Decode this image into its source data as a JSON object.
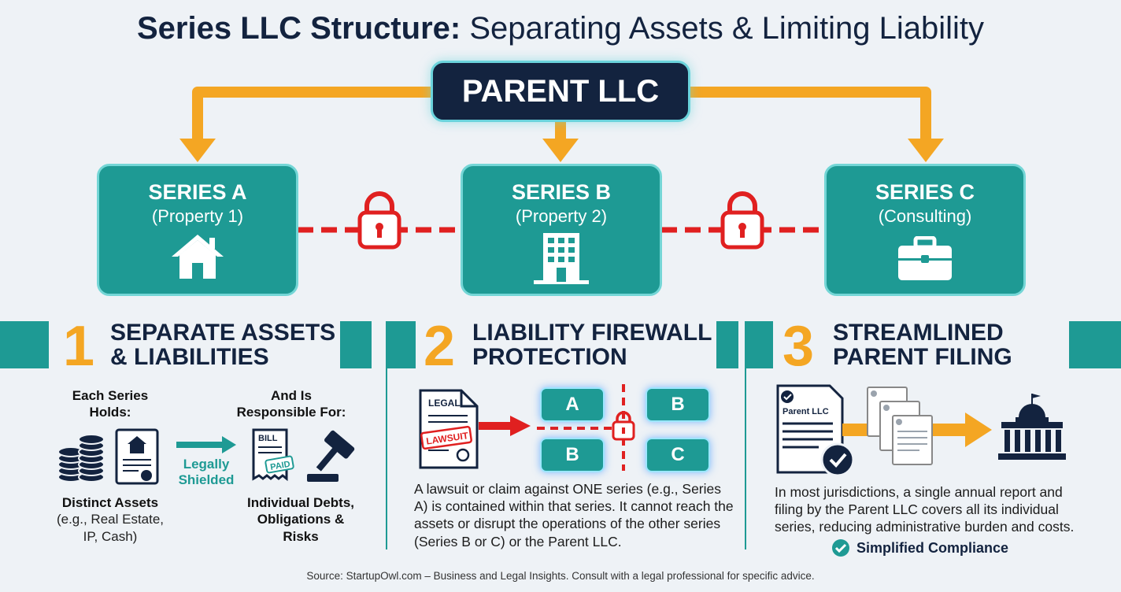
{
  "title": {
    "bold": "Series LLC Structure:",
    "rest": " Separating Assets & Limiting Liability"
  },
  "parent": {
    "label": "PARENT LLC"
  },
  "series": [
    {
      "name": "SERIES A",
      "sub": "(Property 1)",
      "icon": "house-icon"
    },
    {
      "name": "SERIES B",
      "sub": "(Property 2)",
      "icon": "building-icon"
    },
    {
      "name": "SERIES C",
      "sub": "(Consulting)",
      "icon": "briefcase-icon"
    }
  ],
  "sections": {
    "s1": {
      "num": "1",
      "title1": "SEPARATE ASSETS",
      "title2": "& LIABILITIES",
      "holds": "Each Series Holds:",
      "responsible": "And Is Responsible For:",
      "shield1": "Legally",
      "shield2": "Shielded",
      "assets_title": "Distinct Assets",
      "assets_desc": "(e.g., Real Estate, IP, Cash)",
      "debts_title": "Individual Debts, Obligations & Risks",
      "bill": "BILL",
      "paid": "PAID"
    },
    "s2": {
      "num": "2",
      "title1": "LIABILITY FIREWALL",
      "title2": "PROTECTION",
      "legal": "LEGAL",
      "lawsuit": "LAWSUIT",
      "boxes": [
        "A",
        "B",
        "B",
        "C"
      ],
      "para": "A lawsuit or claim against ONE series (e.g., Series A) is contained within that series. It cannot reach the assets or disrupt the operations of the other series (Series B or C) or the Parent LLC."
    },
    "s3": {
      "num": "3",
      "title1": "STREAMLINED",
      "title2": "PARENT FILING",
      "doc_label": "Parent LLC",
      "para": "In most jurisdictions, a single annual report and filing by the Parent LLC covers all its individual series, reducing administrative burden and costs.",
      "badge": "Simplified Compliance"
    }
  },
  "source": "Source: StartupOwl.com – Business and Legal Insights. Consult with a legal professional for specific advice.",
  "colors": {
    "navy": "#13233f",
    "teal": "#1e9a94",
    "orange": "#f4a623",
    "red": "#e02020"
  }
}
